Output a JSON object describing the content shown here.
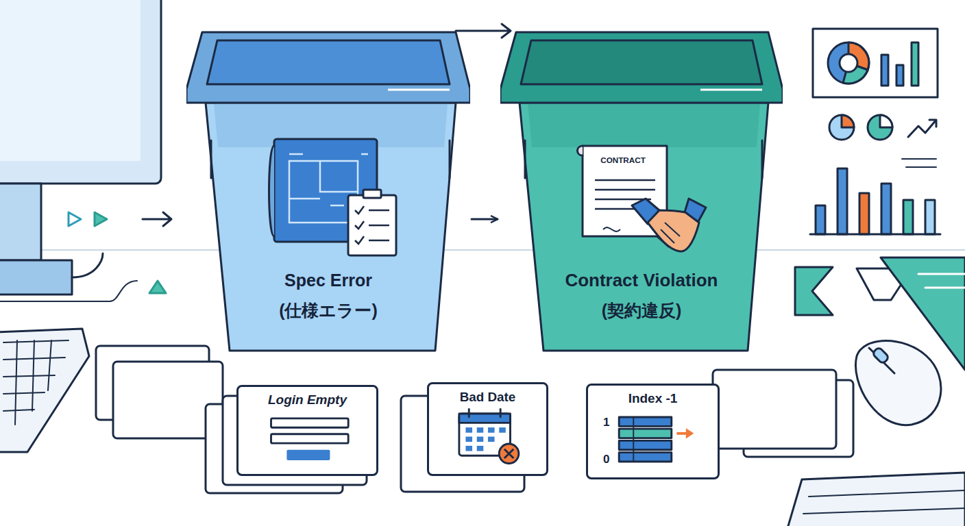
{
  "diagram": {
    "nodes": [
      {
        "text": [
          "Spec Error",
          "(仕様エラー)"
        ]
      },
      {
        "text": [
          "Contract Violation",
          "(契約違反)"
        ]
      },
      {
        "text": [
          "CONTRACT"
        ],
        "in": 1
      },
      {
        "text": [
          "Login Empty"
        ]
      },
      {
        "text": [
          "Bad Date"
        ]
      },
      {
        "text": [
          "Index -1",
          "1",
          "0"
        ]
      }
    ],
    "edges": [
      {
        "from": 0,
        "to": 1,
        "arrow": "to"
      }
    ]
  }
}
